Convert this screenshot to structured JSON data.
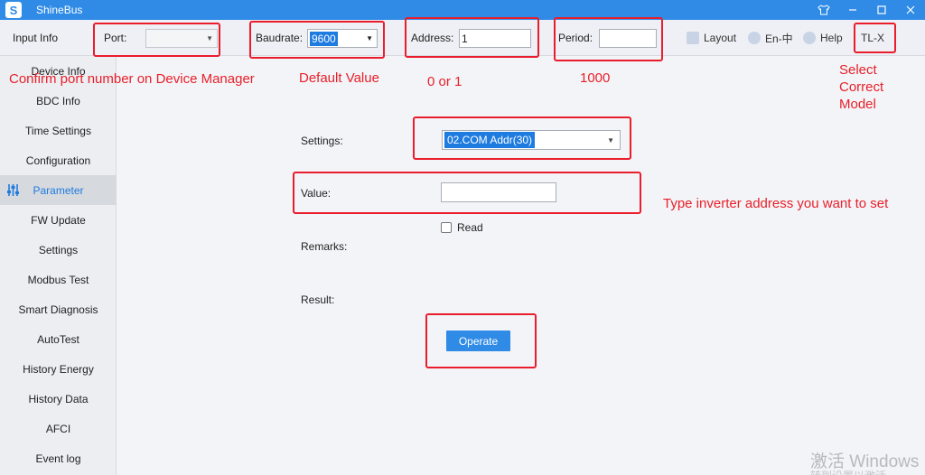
{
  "app": {
    "title": "ShineBus"
  },
  "toolbar": {
    "input_info": "Input Info",
    "port_label": "Port:",
    "port_value": "",
    "baudrate_label": "Baudrate:",
    "baudrate_value": "9600",
    "address_label": "Address:",
    "address_value": "1",
    "period_label": "Period:",
    "period_value": "",
    "layout_label": "Layout",
    "lang_label": "En-中",
    "help_label": "Help",
    "model_label": "TL-X"
  },
  "sidebar": {
    "items": [
      {
        "label": "Device Info"
      },
      {
        "label": "BDC Info"
      },
      {
        "label": "Time Settings"
      },
      {
        "label": "Configuration"
      },
      {
        "label": "Parameter"
      },
      {
        "label": "FW Update"
      },
      {
        "label": "Settings"
      },
      {
        "label": "Modbus Test"
      },
      {
        "label": "Smart Diagnosis"
      },
      {
        "label": "AutoTest"
      },
      {
        "label": "History Energy"
      },
      {
        "label": "History Data"
      },
      {
        "label": "AFCI"
      },
      {
        "label": "Event log"
      }
    ]
  },
  "form": {
    "settings_label": "Settings:",
    "settings_value": "02.COM Addr(30)",
    "value_label": "Value:",
    "value_value": "",
    "read_label": "Read",
    "remarks_label": "Remarks:",
    "result_label": "Result:",
    "operate_label": "Operate"
  },
  "annotations": {
    "port": "Confirm port number on Device Manager",
    "baudrate": "Default Value",
    "address": "0 or 1",
    "period": "1000",
    "model": "Select\nCorrect\nModel",
    "value": "Type inverter address you want to set"
  },
  "watermark": {
    "line1": "激活 Windows",
    "line2": "转到设置以激活 Windows"
  },
  "colors": {
    "accent": "#2f8be6",
    "annotation": "#ea1d2c"
  }
}
